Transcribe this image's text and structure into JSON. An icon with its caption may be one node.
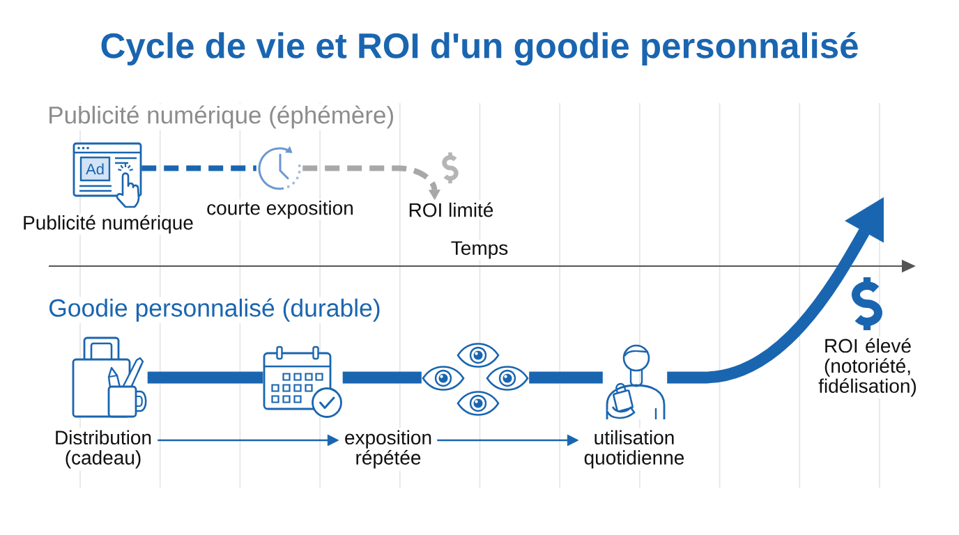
{
  "diagram": {
    "title": "Cycle de vie et ROI d'un goodie personnalisé",
    "nodes": [
      {
        "text": [],
        "shape": "picture",
        "beside": [
          "Publicité numérique"
        ]
      },
      {
        "text": [],
        "shape": "picture",
        "beside": [
          "courte exposition"
        ]
      },
      {
        "text": [
          "ROI limité"
        ]
      },
      {
        "text": [],
        "shape": "picture"
      },
      {
        "text": [],
        "shape": "picture"
      },
      {
        "text": [],
        "shape": "picture"
      },
      {
        "text": [],
        "shape": "picture"
      },
      {
        "text": [
          "Distribution (cadeau)"
        ]
      },
      {
        "text": [
          "exposition répétée"
        ]
      },
      {
        "text": [
          "utilisation quotidienne"
        ]
      }
    ],
    "edges": [
      {
        "from": 0,
        "to": 1,
        "arrow": "none",
        "style": "dashed"
      },
      {
        "from": 1,
        "to": 2,
        "arrow": "to",
        "style": "dashed",
        "color": "#a8a8a8"
      },
      {
        "from": 3,
        "to": 4,
        "arrow": "none",
        "style": "thick"
      },
      {
        "from": 4,
        "to": 5,
        "arrow": "none",
        "style": "thick"
      },
      {
        "from": 5,
        "to": 6,
        "arrow": "none",
        "style": "thick"
      },
      {
        "from": 6,
        "to": null,
        "arrow": "to",
        "style": "thick"
      },
      {
        "from": 7,
        "to": 8,
        "arrow": "to"
      },
      {
        "from": 8,
        "to": 9,
        "arrow": "to"
      }
    ],
    "labels": [
      "Publicité numérique (éphémère)",
      "Ad",
      "Temps",
      "Goodie personnalisé (durable)",
      "ROI élevé (notoriété, fidélisation)"
    ]
  }
}
